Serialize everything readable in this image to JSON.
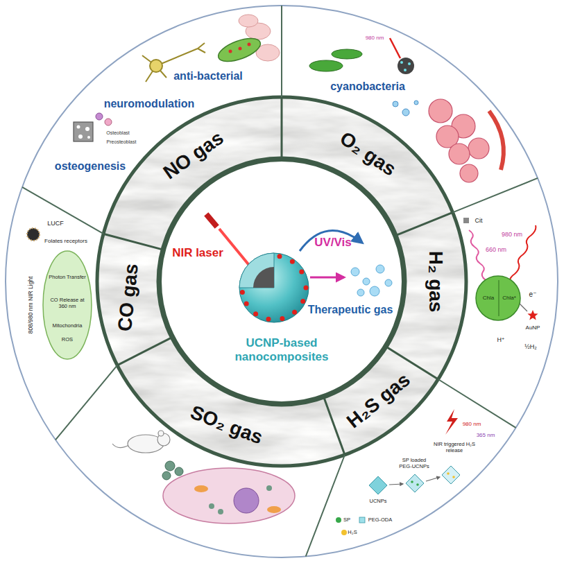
{
  "diagram": {
    "nodes": [
      {
        "text": [
          "NO gas"
        ]
      },
      {
        "text": [
          "O₂ gas"
        ]
      },
      {
        "text": [
          "H₂ gas"
        ]
      },
      {
        "text": [
          "H₂S gas"
        ]
      },
      {
        "text": [
          "SO₂ gas"
        ]
      },
      {
        "text": [
          "CO gas"
        ]
      },
      {
        "text": [
          "NIR laser",
          "UV/Vis",
          "Therapeutic gas",
          "UCNP-based nanocomposites"
        ]
      }
    ],
    "labels": [
      "neuromodulation",
      "anti-bacterial",
      "Osteoblast",
      "Preosteoblast",
      "osteogenesis",
      "980 nm",
      "cyanobacteria",
      "Cit",
      "980 nm",
      "660 nm",
      "Chla",
      "Chla*",
      "e⁻",
      "AuNP",
      "H⁺",
      "½H₂",
      "980 nm",
      "365 nm",
      "NIR triggered H₂S release",
      "SP loaded PEG-UCNPs",
      "UCNPs",
      "SP",
      "PEG-ODA",
      "H₂S",
      "LUCF",
      "Folates receptors",
      "808/980 nm NIR Light",
      "Photon Transfer",
      "CO Release at 360 nm",
      "Mitochondria",
      "ROS"
    ]
  }
}
